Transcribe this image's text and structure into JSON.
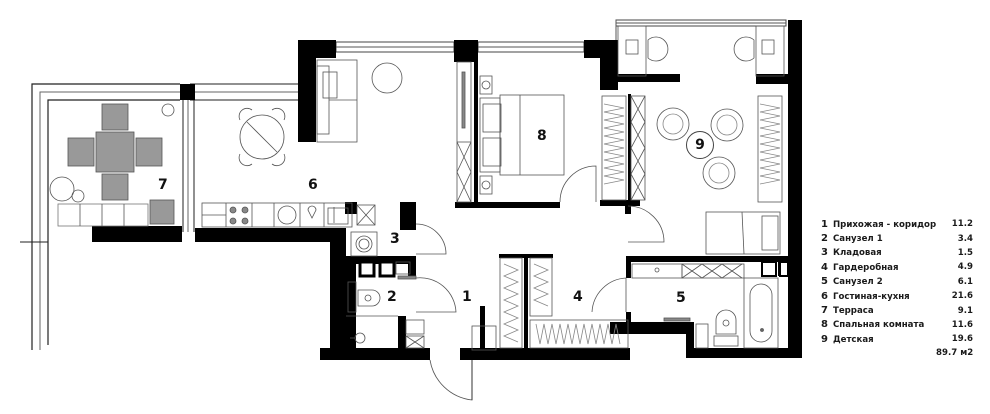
{
  "plan": {
    "colors": {
      "wall": "#000000",
      "furniture": "#555555",
      "background": "#ffffff"
    },
    "rooms": [
      {
        "number": "1",
        "name": "Прихожая - коридор",
        "area": "11.2"
      },
      {
        "number": "2",
        "name": "Санузел  1",
        "area": "3.4"
      },
      {
        "number": "3",
        "name": "Кладовая",
        "area": "1.5"
      },
      {
        "number": "4",
        "name": "Гардеробная",
        "area": "4.9"
      },
      {
        "number": "5",
        "name": "Санузел  2",
        "area": "6.1"
      },
      {
        "number": "6",
        "name": "Гостиная-кухня",
        "area": "21.6"
      },
      {
        "number": "7",
        "name": "Терраса",
        "area": "9.1"
      },
      {
        "number": "8",
        "name": "Спальная комната",
        "area": "11.6"
      },
      {
        "number": "9",
        "name": "Детская",
        "area": "19.6"
      }
    ],
    "total_area": "89.7 м2"
  }
}
